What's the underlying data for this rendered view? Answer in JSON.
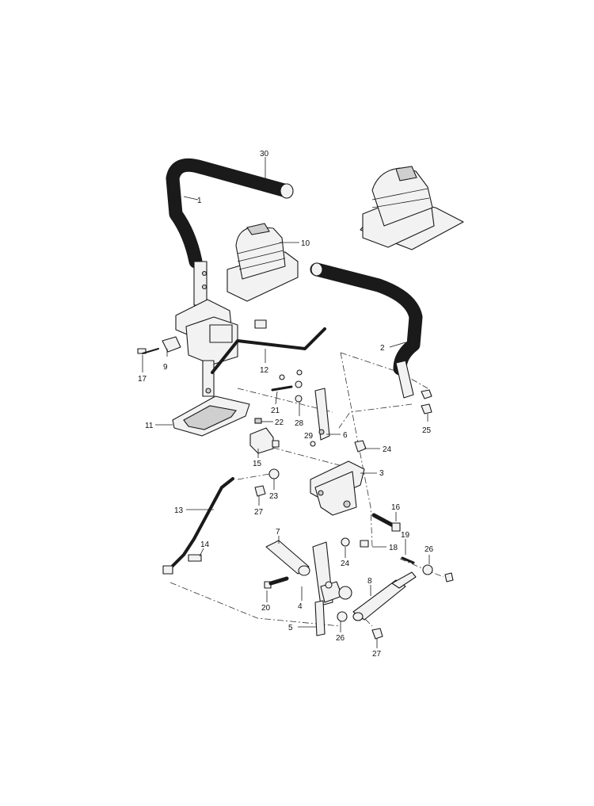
{
  "callouts": {
    "c1": "1",
    "c2": "2",
    "c3": "3",
    "c4": "4",
    "c5": "5",
    "c6": "6",
    "c7": "7",
    "c8": "8",
    "c9": "9",
    "c10": "10",
    "c11": "11",
    "c12": "12",
    "c13": "13",
    "c14": "14",
    "c15": "15",
    "c16": "16",
    "c17": "17",
    "c18": "18",
    "c19": "19",
    "c20": "20",
    "c21": "21",
    "c22": "22",
    "c23": "23",
    "c24a": "24",
    "c24b": "24",
    "c25": "25",
    "c26a": "26",
    "c26b": "26",
    "c27a": "27",
    "c27b": "27",
    "c28": "28",
    "c29": "29",
    "c30": "30"
  }
}
